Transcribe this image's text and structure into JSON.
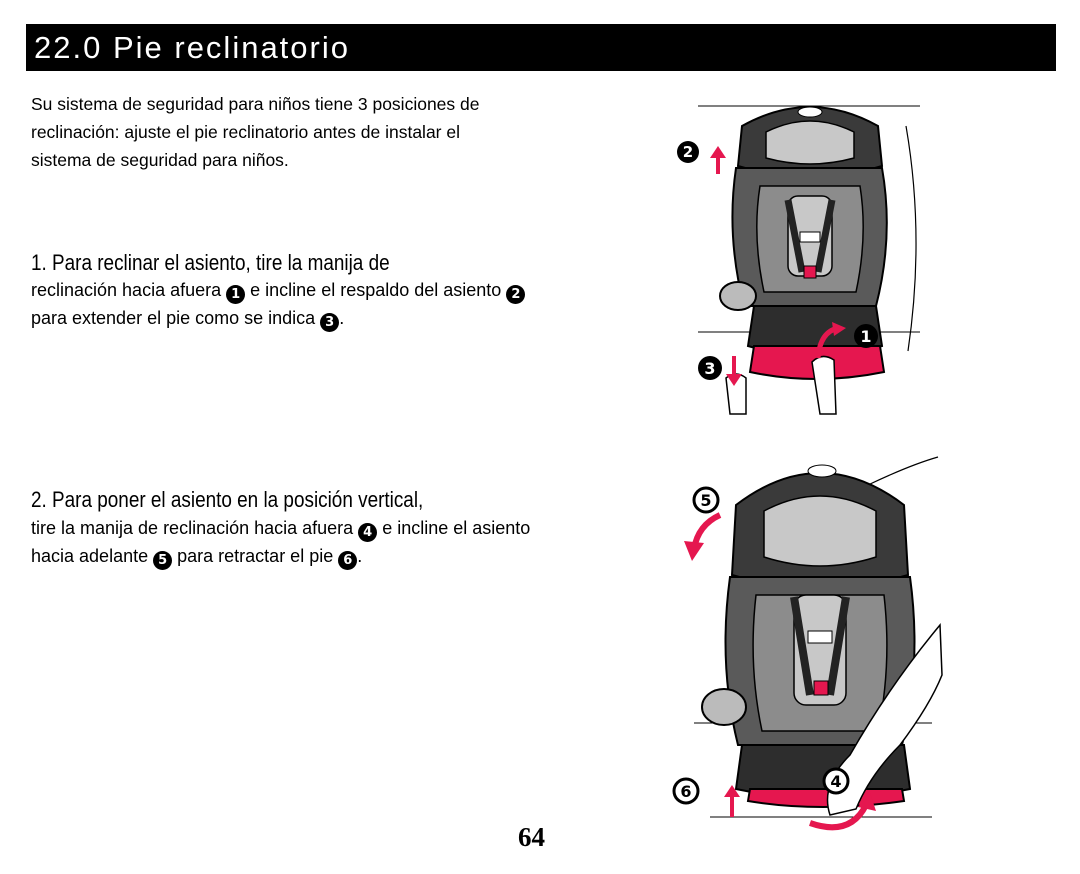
{
  "section": {
    "title": "22.0 Pie reclinatorio"
  },
  "intro": {
    "text": "Su sistema de seguridad para niños tiene 3 posiciones de reclinación: ajuste el pie reclinatorio antes de instalar el sistema de seguridad para niños."
  },
  "step1": {
    "heading": "1. Para reclinar el asiento, tire la manija de",
    "part1": "reclinación hacia afuera",
    "marker1": "1",
    "part2": "e incline el respaldo del asiento",
    "marker2": "2",
    "part3": "para extender el pie como se indica",
    "marker3": "3",
    "part4": "."
  },
  "step2": {
    "heading": "2. Para poner el asiento en la posición vertical,",
    "part1": "tire la manija de reclinación hacia afuera",
    "marker4": "4",
    "part2": "e incline el asiento hacia adelante",
    "marker5": "5",
    "part3": "para retractar el pie",
    "marker6": "6",
    "part4": "."
  },
  "figure1": {
    "labels": [
      "2",
      "1",
      "3"
    ]
  },
  "figure2": {
    "labels": [
      "5",
      "4",
      "6"
    ]
  },
  "colors": {
    "accent": "#e5174f",
    "seat_dark": "#3a3a3a",
    "seat_mid": "#8c8c8c",
    "seat_light": "#c8c8c8"
  },
  "page": {
    "number": "64"
  }
}
